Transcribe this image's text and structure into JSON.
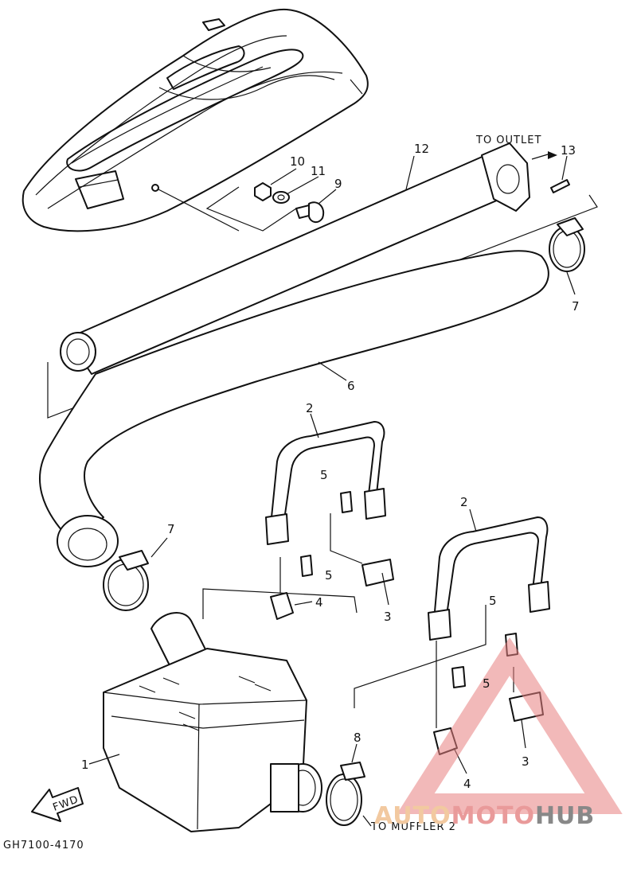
{
  "drawing_code": "GH7100-4170",
  "notes": {
    "to_outlet": "TO OUTLET",
    "to_muffler": "TO MUFFLER 2",
    "fwd": "FWD"
  },
  "part_labels": {
    "p1": "1",
    "p2a": "2",
    "p2b": "2",
    "p3a": "3",
    "p3b": "3",
    "p4a": "4",
    "p4b": "4",
    "p5a": "5",
    "p5b": "5",
    "p5c": "5",
    "p5d": "5",
    "p6": "6",
    "p7a": "7",
    "p7b": "7",
    "p8": "8",
    "p9": "9",
    "p10": "10",
    "p11": "11",
    "p12": "12",
    "p13": "13"
  },
  "watermark": {
    "part1": "AUTO",
    "part2": "MOTO",
    "part3": "HUB"
  },
  "colors": {
    "ink": "#111111",
    "watermark_red": "#e88080",
    "watermark_orange": "#f2c9a0",
    "watermark_gray": "#888888"
  }
}
